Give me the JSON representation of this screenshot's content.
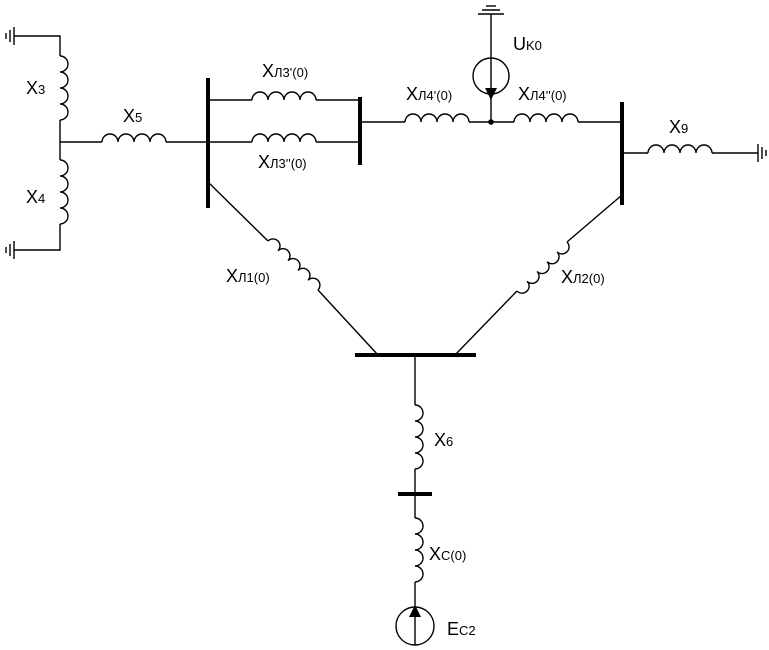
{
  "labels": {
    "x3": {
      "main": "X",
      "sub": "3"
    },
    "x4": {
      "main": "X",
      "sub": "4"
    },
    "x5": {
      "main": "X",
      "sub": "5"
    },
    "x6": {
      "main": "X",
      "sub": "6"
    },
    "x9": {
      "main": "X",
      "sub": "9"
    },
    "xl3p": {
      "main": "X",
      "sub": "Л3'(0)"
    },
    "xl3pp": {
      "main": "X",
      "sub": "Л3''(0)"
    },
    "xl4p": {
      "main": "X",
      "sub": "Л4'(0)"
    },
    "xl4pp": {
      "main": "X",
      "sub": "Л4''(0)"
    },
    "xl1": {
      "main": "X",
      "sub": "Л1(0)"
    },
    "xl2": {
      "main": "X",
      "sub": "Л2(0)"
    },
    "xc": {
      "main": "X",
      "sub": "C(0)"
    },
    "uk": {
      "main": "U",
      "sub": "K0"
    },
    "ec": {
      "main": "E",
      "sub": "C2"
    }
  }
}
